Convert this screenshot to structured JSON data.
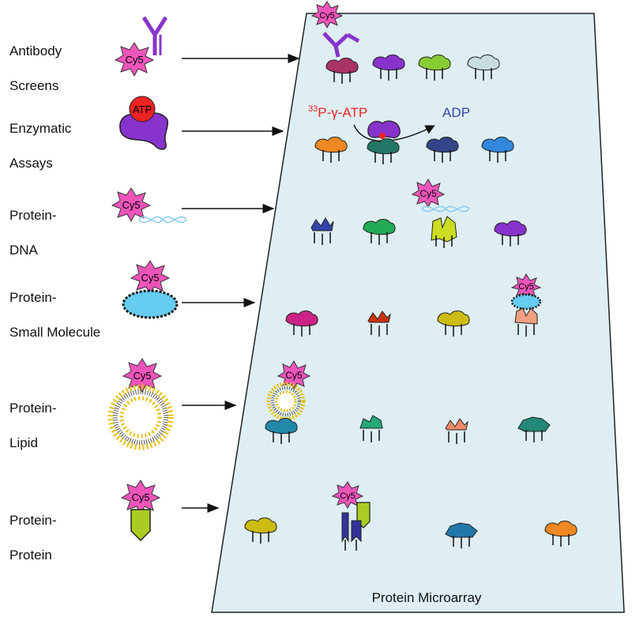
{
  "rows": [
    {
      "id": "antibody",
      "line1": "Antibody",
      "line2": "Screens"
    },
    {
      "id": "enzymatic",
      "line1": "Enzymatic",
      "line2": "Assays"
    },
    {
      "id": "protein-dna",
      "line1": "Protein-",
      "line2": "DNA"
    },
    {
      "id": "protein-small-molecule",
      "line1": "Protein-",
      "line2": "Small Molecule"
    },
    {
      "id": "protein-lipid",
      "line1": "Protein-",
      "line2": "Lipid"
    },
    {
      "id": "protein-protein",
      "line1": "Protein-",
      "line2": "Protein"
    }
  ],
  "dye_label": "Cy5",
  "atp_label": "ATP",
  "reaction": {
    "isotope_superscript": "33",
    "substrate": "P-γ-ATP",
    "product": "ADP"
  },
  "slide_caption": "Protein Microarray",
  "colors": {
    "slide_fill": "#deeef2",
    "cy5": "#ee55bb",
    "atp": "#ee2222",
    "antibody": "#8833cc",
    "small_molecule": "#66ccf0",
    "lipid_head": "#e8c010",
    "dna": "#88ccee",
    "reaction_text": "#ee2222",
    "adp_text": "#3344aa"
  }
}
